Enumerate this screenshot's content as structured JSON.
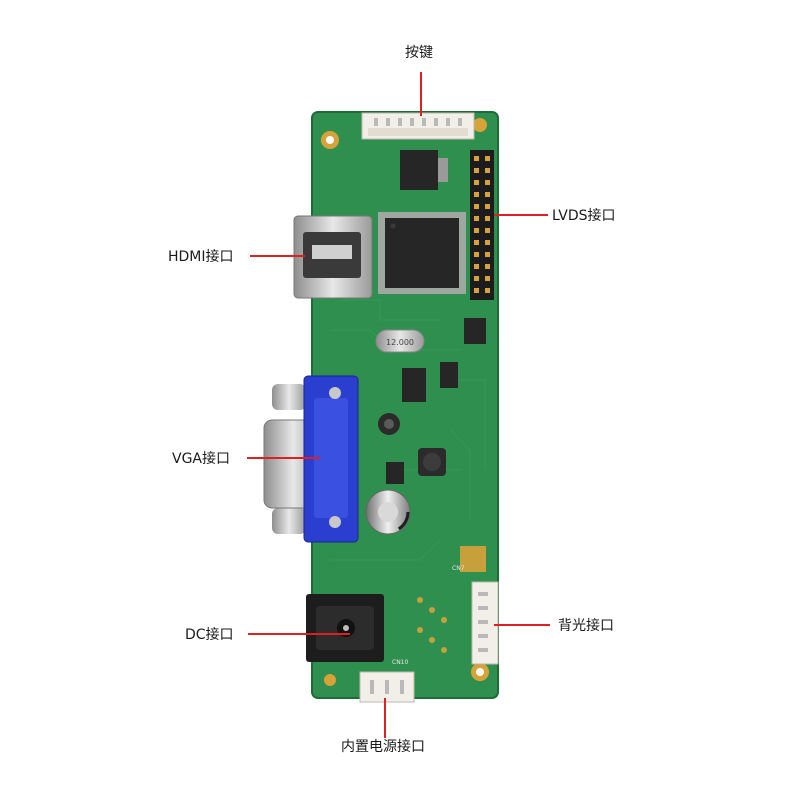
{
  "labels": {
    "keys": "按键",
    "lvds": "LVDS接口",
    "hdmi": "HDMI接口",
    "vga": "VGA接口",
    "dc": "DC接口",
    "backlight": "背光接口",
    "internal_power": "内置电源接口"
  },
  "board": {
    "crystal_text": "12.000",
    "cn_left_text": "CN10",
    "cn_right_text": "CN7"
  },
  "colors": {
    "pcb": "#2f8f4e",
    "pcb_dark": "#1f6b38",
    "leader": "#e02020",
    "vga_blue": "#2a3fd0",
    "chip": "#262626",
    "connector_white": "#f2efe8",
    "metal": "#b9b9b9",
    "gold": "#d8a23a"
  }
}
